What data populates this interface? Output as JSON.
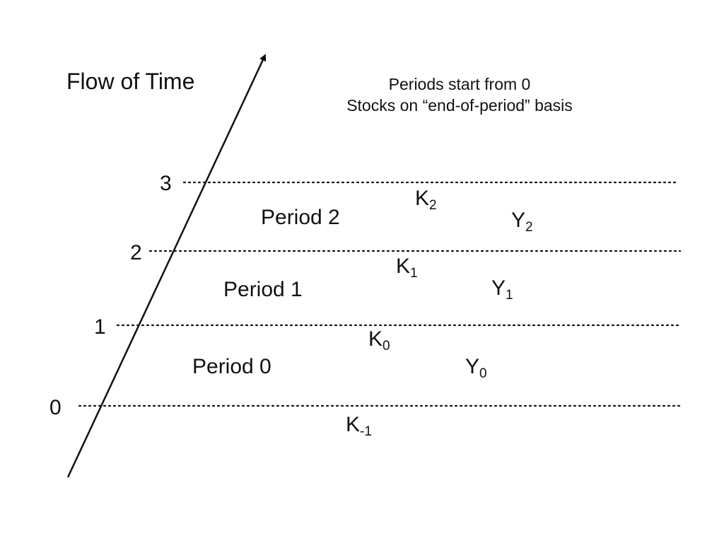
{
  "title": "Flow of Time",
  "notes": {
    "line1": "Periods start from 0",
    "line2": "Stocks on “end-of-period” basis"
  },
  "ticks": [
    "0",
    "1",
    "2",
    "3"
  ],
  "periods": [
    "Period 0",
    "Period 1",
    "Period 2"
  ],
  "capital": [
    {
      "base": "K",
      "sub": "-1"
    },
    {
      "base": "K",
      "sub": "0"
    },
    {
      "base": "K",
      "sub": "1"
    },
    {
      "base": "K",
      "sub": "2"
    }
  ],
  "output": [
    {
      "base": "Y",
      "sub": "0"
    },
    {
      "base": "Y",
      "sub": "1"
    },
    {
      "base": "Y",
      "sub": "2"
    }
  ]
}
